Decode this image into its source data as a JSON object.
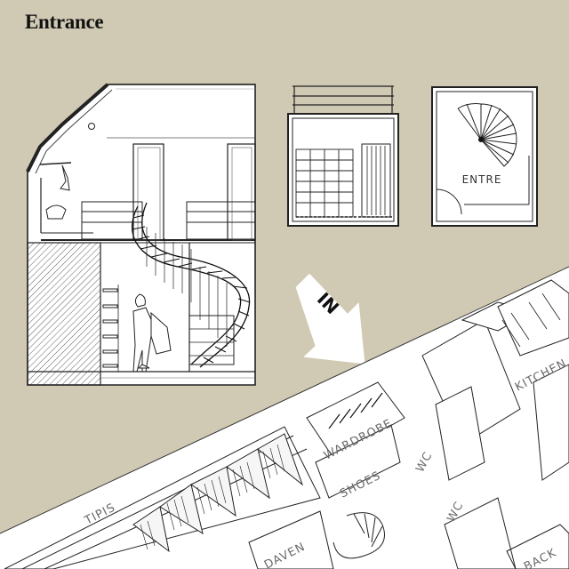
{
  "title": "Entrance",
  "arrow_label": "IN",
  "plan_label": "ENTRE",
  "axon_labels": {
    "wardrobe": "WARDROBE",
    "shoes": "SHOES",
    "wc_upper": "WC",
    "wc_lower": "WC",
    "kitchen": "KITCHEN",
    "tipis": "TIPIS",
    "daven": "DAVEN",
    "back": "BACK"
  }
}
